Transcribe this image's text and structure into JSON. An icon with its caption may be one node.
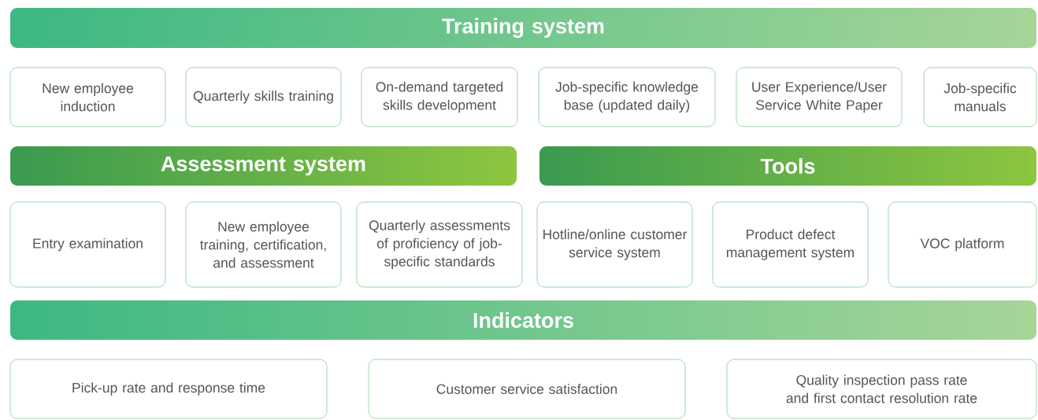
{
  "diagram": {
    "nodes": [
      {
        "text": [
          "Training system"
        ]
      },
      {
        "text": [
          "New employee induction"
        ]
      },
      {
        "text": [
          "Quarterly skills training"
        ]
      },
      {
        "text": [
          "On-demand targeted skills development"
        ]
      },
      {
        "text": [
          "Job-specific knowledge base (updated daily)"
        ]
      },
      {
        "text": [
          "User Experience/User Service White Paper"
        ]
      },
      {
        "text": [
          "Job-specific manuals"
        ]
      },
      {
        "text": [
          "Assessment system"
        ]
      },
      {
        "text": [
          "Tools"
        ]
      },
      {
        "text": [
          "Entry examination"
        ]
      },
      {
        "text": [
          "New employee training, certification, and assessment"
        ]
      },
      {
        "text": [
          "Quarterly assessments of proficiency of job-specific standards"
        ]
      },
      {
        "text": [
          "Hotline/online customer service system"
        ]
      },
      {
        "text": [
          "Product defect management system"
        ]
      },
      {
        "text": [
          "VOC platform"
        ]
      },
      {
        "text": [
          "Indicators"
        ]
      },
      {
        "text": [
          "Pick-up rate and response time"
        ]
      },
      {
        "text": [
          "Customer service satisfaction"
        ]
      },
      {
        "text": [
          "Quality inspection pass rate and first contact resolution rate"
        ]
      }
    ],
    "edges": []
  }
}
